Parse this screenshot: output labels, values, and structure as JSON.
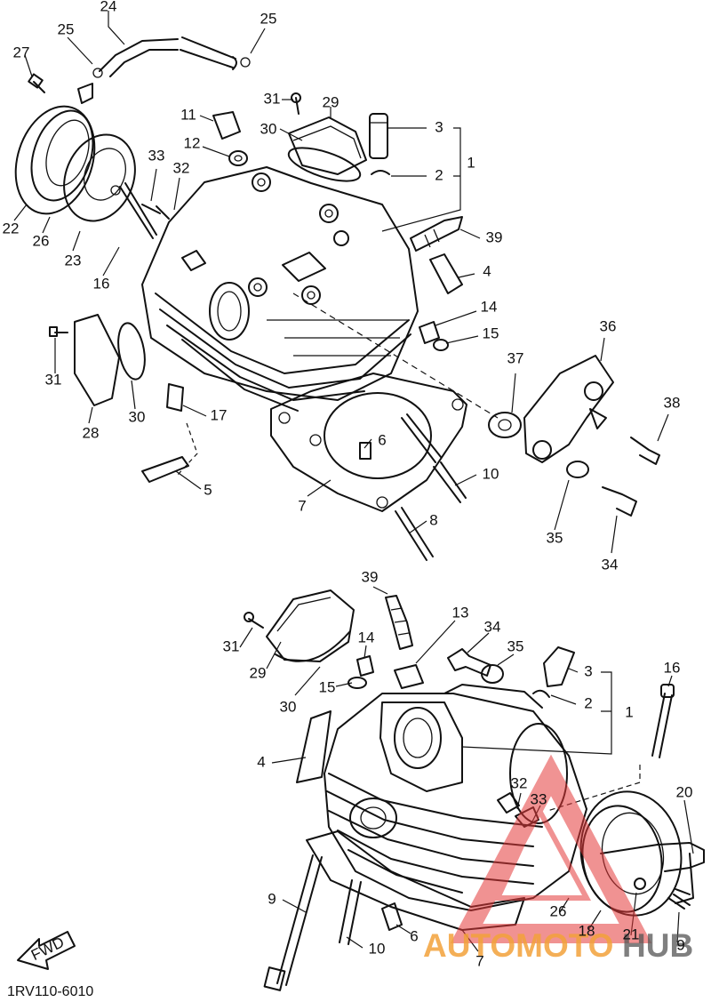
{
  "diagram": {
    "code": "1RV110-6010",
    "fwd_label": "FWD",
    "watermark": {
      "part1": "AUTOMOTO",
      "part2": "HUB"
    }
  },
  "labels": [
    {
      "id": "l24a",
      "text": "24"
    },
    {
      "id": "l25a",
      "text": "25"
    },
    {
      "id": "l25b",
      "text": "25"
    },
    {
      "id": "l27",
      "text": "27"
    },
    {
      "id": "l11",
      "text": "11"
    },
    {
      "id": "l31a",
      "text": "31"
    },
    {
      "id": "l29a",
      "text": "29"
    },
    {
      "id": "l3a",
      "text": "3"
    },
    {
      "id": "l1a",
      "text": "1"
    },
    {
      "id": "l12",
      "text": "12"
    },
    {
      "id": "l30a",
      "text": "30"
    },
    {
      "id": "l2a",
      "text": "2"
    },
    {
      "id": "l33a",
      "text": "33"
    },
    {
      "id": "l32a",
      "text": "32"
    },
    {
      "id": "l22",
      "text": "22"
    },
    {
      "id": "l26a",
      "text": "26"
    },
    {
      "id": "l23",
      "text": "23"
    },
    {
      "id": "l39a",
      "text": "39"
    },
    {
      "id": "l16a",
      "text": "16"
    },
    {
      "id": "l4a",
      "text": "4"
    },
    {
      "id": "l14a",
      "text": "14"
    },
    {
      "id": "l15a",
      "text": "15"
    },
    {
      "id": "l36",
      "text": "36"
    },
    {
      "id": "l31b",
      "text": "31"
    },
    {
      "id": "l37",
      "text": "37"
    },
    {
      "id": "l28",
      "text": "28"
    },
    {
      "id": "l30b",
      "text": "30"
    },
    {
      "id": "l17",
      "text": "17"
    },
    {
      "id": "l38",
      "text": "38"
    },
    {
      "id": "l6a",
      "text": "6"
    },
    {
      "id": "l10a",
      "text": "10"
    },
    {
      "id": "l5",
      "text": "5"
    },
    {
      "id": "l7a",
      "text": "7"
    },
    {
      "id": "l8",
      "text": "8"
    },
    {
      "id": "l35a",
      "text": "35"
    },
    {
      "id": "l34a",
      "text": "34"
    },
    {
      "id": "l39b",
      "text": "39"
    },
    {
      "id": "l13",
      "text": "13"
    },
    {
      "id": "l34b",
      "text": "34"
    },
    {
      "id": "l14b",
      "text": "14"
    },
    {
      "id": "l35b",
      "text": "35"
    },
    {
      "id": "l31c",
      "text": "31"
    },
    {
      "id": "l29b",
      "text": "29"
    },
    {
      "id": "l3b",
      "text": "3"
    },
    {
      "id": "l16b",
      "text": "16"
    },
    {
      "id": "l15b",
      "text": "15"
    },
    {
      "id": "l2b",
      "text": "2"
    },
    {
      "id": "l1b",
      "text": "1"
    },
    {
      "id": "l30c",
      "text": "30"
    },
    {
      "id": "l4b",
      "text": "4"
    },
    {
      "id": "l32b",
      "text": "32"
    },
    {
      "id": "l33b",
      "text": "33"
    },
    {
      "id": "l20",
      "text": "20"
    },
    {
      "id": "l9a",
      "text": "9"
    },
    {
      "id": "l26b",
      "text": "26"
    },
    {
      "id": "l18",
      "text": "18"
    },
    {
      "id": "l21",
      "text": "21"
    },
    {
      "id": "l9b",
      "text": "9"
    },
    {
      "id": "l6b",
      "text": "6"
    },
    {
      "id": "l10b",
      "text": "10"
    },
    {
      "id": "l7b",
      "text": "7"
    }
  ]
}
